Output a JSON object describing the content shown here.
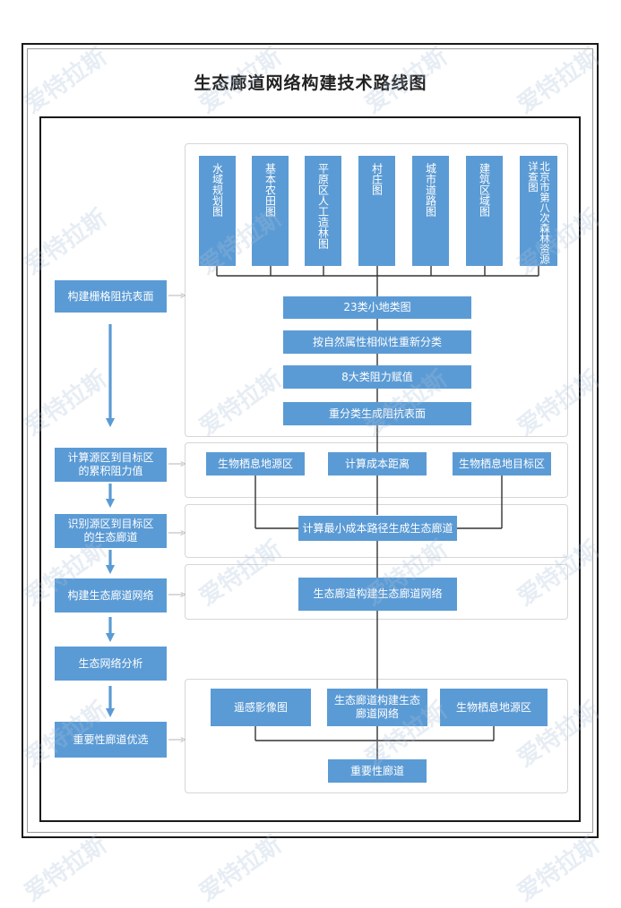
{
  "title": "生态廊道网络构建技术路线图",
  "watermark": "爱特拉斯",
  "colors": {
    "box": "#5b9bd5",
    "line": "#333333",
    "arrow_gray": "#bbbbbb"
  },
  "left_steps": [
    "构建栅格阻抗表面",
    "计算源区到目标区\n的累积阻力值",
    "识别源区到目标区\n的生态廊道",
    "构建生态廊道网络",
    "生态网络分析",
    "重要性廊道优选"
  ],
  "input_maps": [
    "水域规划图",
    "基本农田图",
    "平原区人工造林图",
    "村庄图",
    "城市道路图",
    "建筑区域图",
    "北京市第八次森林资源详查图"
  ],
  "process_steps": [
    "23类小地类图",
    "按自然属性相似性重新分类",
    "8大类阻力赋值",
    "重分类生成阻抗表面"
  ],
  "cost_row": [
    "生物栖息地源区",
    "计算成本距离",
    "生物栖息地目标区"
  ],
  "least_cost": "计算最小成本路径生成生态廊道",
  "network": "生态廊道构建生态廊道网络",
  "analysis_row": [
    "遥感影像图",
    "生态廊道构建生态\n廊道网络",
    "生物栖息地源区"
  ],
  "result": "重要性廊道"
}
